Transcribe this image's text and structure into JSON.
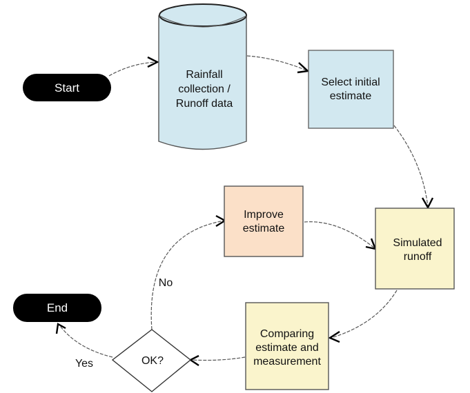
{
  "diagram": {
    "type": "flowchart",
    "nodes": {
      "start": {
        "label": "Start",
        "shape": "terminal",
        "color": "#000000"
      },
      "data": {
        "label_lines": [
          "Rainfall",
          "collection /",
          "Runoff data"
        ],
        "shape": "cylinder",
        "color": "#d2e8f0"
      },
      "select": {
        "label_lines": [
          "Select initial",
          "estimate"
        ],
        "shape": "rectangle",
        "color": "#d2e8f0"
      },
      "simulated": {
        "label_lines": [
          "Simulated",
          "runoff"
        ],
        "shape": "rectangle",
        "color": "#faf4cc"
      },
      "comparing": {
        "label_lines": [
          "Comparing",
          "estimate and",
          "measurement"
        ],
        "shape": "rectangle",
        "color": "#faf4cc"
      },
      "ok": {
        "label": "OK?",
        "shape": "diamond",
        "color": "#ffffff"
      },
      "improve": {
        "label_lines": [
          "Improve",
          "estimate"
        ],
        "shape": "rectangle",
        "color": "#fbe0c8"
      },
      "end": {
        "label": "End",
        "shape": "terminal",
        "color": "#000000"
      }
    },
    "edges": [
      {
        "from": "start",
        "to": "data",
        "label": ""
      },
      {
        "from": "data",
        "to": "select",
        "label": ""
      },
      {
        "from": "select",
        "to": "simulated",
        "label": ""
      },
      {
        "from": "simulated",
        "to": "comparing",
        "label": ""
      },
      {
        "from": "comparing",
        "to": "ok",
        "label": ""
      },
      {
        "from": "ok",
        "to": "end",
        "label": "Yes"
      },
      {
        "from": "ok",
        "to": "improve",
        "label": "No"
      },
      {
        "from": "improve",
        "to": "simulated",
        "label": ""
      }
    ],
    "edge_labels": {
      "yes": "Yes",
      "no": "No"
    }
  }
}
